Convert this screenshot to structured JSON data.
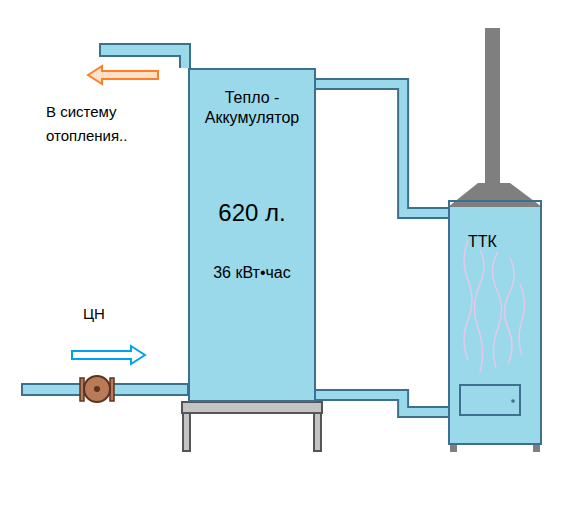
{
  "diagram": {
    "nodes": [
      {
        "text": [
          "Тепло - Аккумулятор",
          "620 л.",
          "36 кВт•час"
        ]
      },
      {
        "text": [
          "ТТК"
        ]
      }
    ],
    "edges": [
      {
        "from": 0,
        "to": 1,
        "arrow": "none"
      },
      {
        "from": 0,
        "to": 1,
        "arrow": "none"
      }
    ],
    "labels": [
      "В систему отопления..",
      "ЦН"
    ]
  }
}
